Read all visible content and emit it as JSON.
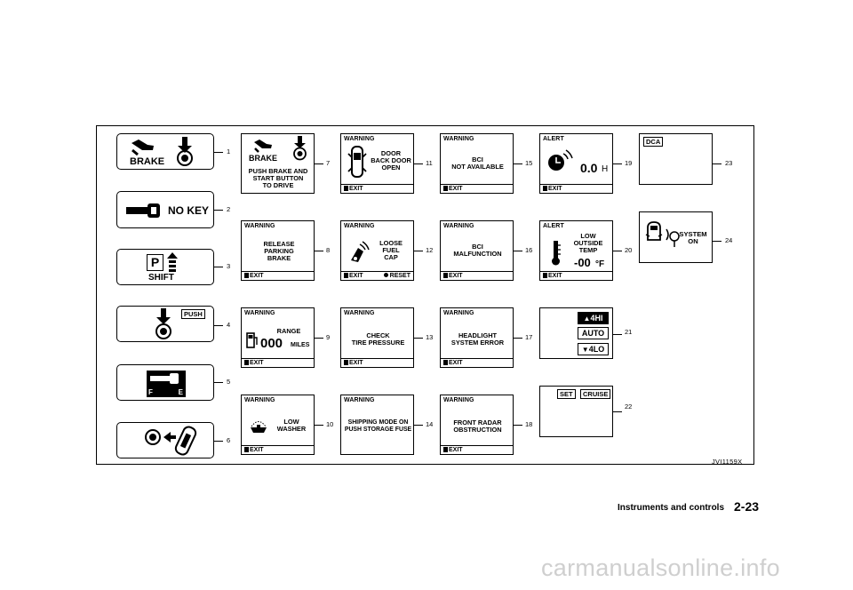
{
  "warning_label": "WARNING",
  "alert_label": "ALERT",
  "exit_label": "EXIT",
  "reset_label": "RESET",
  "displays": {
    "d1": {
      "number": "1",
      "text": "BRAKE"
    },
    "d2": {
      "number": "2",
      "text": "NO KEY"
    },
    "d3": {
      "number": "3",
      "text": "SHIFT",
      "badge": "P"
    },
    "d4": {
      "number": "4",
      "text": "PUSH"
    },
    "d5": {
      "number": "5",
      "f_label": "F",
      "e_label": "E"
    },
    "d6": {
      "number": "6"
    },
    "d7": {
      "number": "7",
      "title": "BRAKE",
      "message": "PUSH BRAKE AND\nSTART BUTTON\nTO DRIVE"
    },
    "d8": {
      "number": "8",
      "message": "RELEASE\nPARKING\nBRAKE"
    },
    "d9": {
      "number": "9",
      "message": "RANGE",
      "value": "000",
      "unit": "MILES"
    },
    "d10": {
      "number": "10",
      "message": "LOW\nWASHER"
    },
    "d11": {
      "number": "11",
      "message": "DOOR\nBACK DOOR\nOPEN"
    },
    "d12": {
      "number": "12",
      "message": "LOOSE\nFUEL\nCAP"
    },
    "d13": {
      "number": "13",
      "message": "CHECK\nTIRE PRESSURE"
    },
    "d14": {
      "number": "14",
      "message": "SHIPPING MODE ON\nPUSH STORAGE FUSE"
    },
    "d15": {
      "number": "15",
      "message": "BCI\nNOT AVAILABLE"
    },
    "d16": {
      "number": "16",
      "message": "BCI\nMALFUNCTION"
    },
    "d17": {
      "number": "17",
      "message": "HEADLIGHT\nSYSTEM ERROR"
    },
    "d18": {
      "number": "18",
      "message": "FRONT RADAR\nOBSTRUCTION"
    },
    "d19": {
      "number": "19",
      "value": "0.0",
      "unit": "H"
    },
    "d20": {
      "number": "20",
      "message": "LOW\nOUTSIDE\nTEMP",
      "value": "-00",
      "unit": "°F"
    },
    "d21": {
      "number": "21",
      "options": [
        "4HI",
        "AUTO",
        "4LO"
      ]
    },
    "d22": {
      "number": "22",
      "set_label": "SET",
      "cruise_label": "CRUISE"
    },
    "d23": {
      "number": "23",
      "label": "DCA"
    },
    "d24": {
      "number": "24",
      "message": "SYSTEM\nON"
    }
  },
  "figure_code": "JVI1159X",
  "footer": {
    "section": "Instruments and controls",
    "page": "2-23"
  },
  "watermark": "carmanualsonline.info"
}
